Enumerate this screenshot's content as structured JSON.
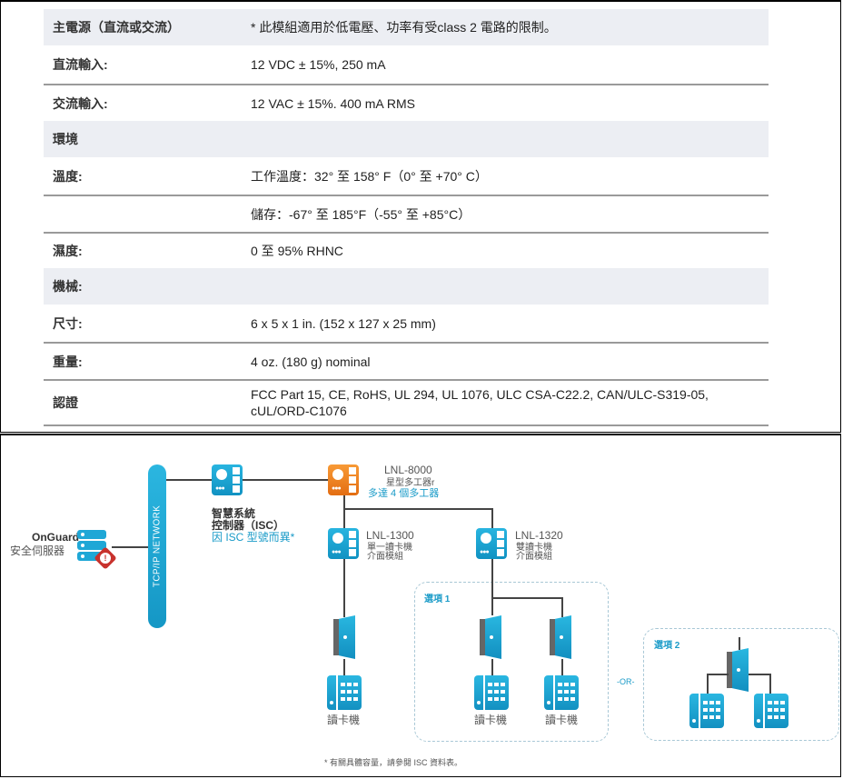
{
  "spec_table": {
    "rows": [
      {
        "type": "section",
        "label": "主電源（直流或交流）",
        "value": "* 此模組適用於低電壓、功率有受class 2 電路的限制。"
      },
      {
        "type": "row",
        "label": "直流輸入:",
        "value": "12 VDC ± 15%, 250 mA"
      },
      {
        "type": "row",
        "label": "交流輸入:",
        "value": "12 VAC ± 15%. 400 mA RMS"
      },
      {
        "type": "section",
        "label": "環境",
        "value": ""
      },
      {
        "type": "row",
        "label": "溫度:",
        "value": "工作溫度：32° 至 158° F（0° 至 +70° C）"
      },
      {
        "type": "row",
        "label": "",
        "value": "儲存：-67° 至 185°F（-55° 至 +85°C）"
      },
      {
        "type": "row",
        "label": "濕度:",
        "value": "0 至 95% RHNC"
      },
      {
        "type": "section",
        "label": "機械:",
        "value": ""
      },
      {
        "type": "row",
        "label": "尺寸:",
        "value": "6 x 5 x 1 in. (152 x 127 x 25 mm)"
      },
      {
        "type": "row",
        "label": "重量:",
        "value": "4 oz. (180 g) nominal"
      },
      {
        "type": "row",
        "label": "認證",
        "value": "FCC Part 15, CE, RoHS, UL 294, UL 1076, ULC CSA-C22.2, CAN/ULC-S319-05, cUL/ORD-C1076"
      }
    ]
  },
  "diagram": {
    "server": {
      "name": "OnGuard",
      "subtitle": "安全伺服器"
    },
    "network_label": "TCP/IP NETWORK",
    "isc": {
      "line1": "智慧系統",
      "line2": "控制器（ISC）",
      "note": "因 ISC 型號而異*"
    },
    "lnl8000": {
      "model": "LNL-8000",
      "desc": "星型多工器r",
      "note": "多達 4 個多工器"
    },
    "lnl1300": {
      "model": "LNL-1300",
      "desc1": "單一讀卡機",
      "desc2": "介面模組"
    },
    "lnl1320": {
      "model": "LNL-1320",
      "desc1": "雙讀卡機",
      "desc2": "介面模組"
    },
    "option1_label": "選項 1",
    "option2_label": "選項 2",
    "or_label": "-OR-",
    "reader_label": "讀卡機",
    "footnote": "* 有關具體容量，請參閱 ISC 資料表。",
    "colors": {
      "accent_blue": "#1a9bc8",
      "orange": "#f08a24",
      "alert_red": "#c8322d"
    }
  }
}
